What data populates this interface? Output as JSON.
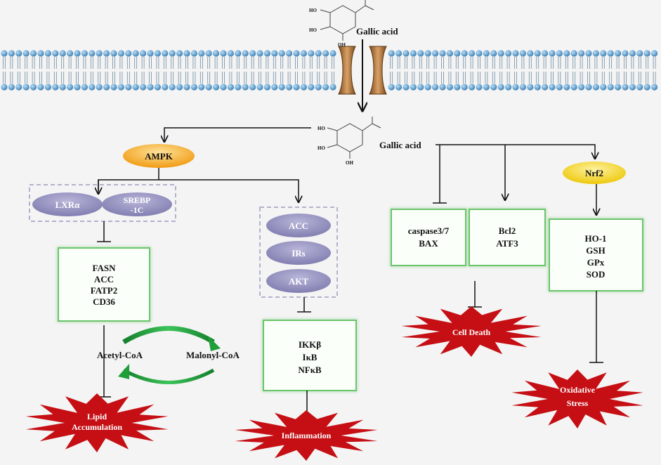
{
  "molecule": {
    "label": "Gallic acid",
    "hydroxyl_label": "HO",
    "hydroxyl_label_right": "OH"
  },
  "nodes": {
    "ampk": "AMPK",
    "lxr": "LXRα",
    "srebp_line1": "SREBP",
    "srebp_line2": "-1C",
    "acc_oval": "ACC",
    "irs_oval": "IRs",
    "akt_oval": "AKT",
    "nrf2": "Nrf2",
    "acetyl_coa": "Acetyl-CoA",
    "malonyl_coa": "Malonyl-CoA"
  },
  "boxes": {
    "lipid_genes": [
      "FASN",
      "ACC",
      "FATP2",
      "CD36"
    ],
    "inflammation_genes": [
      "IKKβ",
      "IκB",
      "NFκB"
    ],
    "apoptosis_genes": [
      "caspase3/7",
      "BAX"
    ],
    "survival_genes": [
      "Bcl2",
      "ATF3"
    ],
    "antioxidant_genes": [
      "HO-1",
      "GSH",
      "GPx",
      "SOD"
    ]
  },
  "outcomes": {
    "lipid_line1": "Lipid",
    "lipid_line2": "Accumulation",
    "inflammation": "Inflammation",
    "cell_death": "Cell Death",
    "oxidative_line1": "Oxidative",
    "oxidative_line2": "Stress"
  },
  "colors": {
    "membrane_head": "#4a90c2",
    "channel": "#b07436",
    "ampk": "#f5a623",
    "nrf2": "#f2d41c",
    "oval": "#9391bd",
    "box_border": "#6ac46a",
    "burst": "#c50f14",
    "cycle": "#1f9e3a"
  }
}
